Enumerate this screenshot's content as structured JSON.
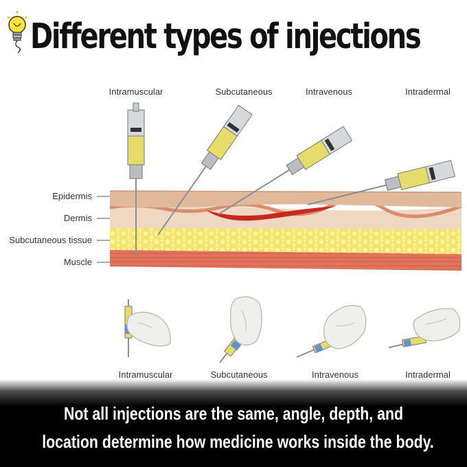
{
  "title": "Different types of injections",
  "top_labels": [
    "Intramuscular",
    "Subcutaneous",
    "Intravenous",
    "Intradermal"
  ],
  "layer_labels": [
    "Epidermis",
    "Dermis",
    "Subcutaneous tissue",
    "Muscle"
  ],
  "bottom_labels": [
    "Intramuscular",
    "Subcutaneous",
    "Intravenous",
    "Intradermal"
  ],
  "caption": {
    "line1": "Not all injections are the same, angle, depth, and",
    "line2": "location determine how medicine works inside the body."
  },
  "colors": {
    "epidermis": "#e0b89a",
    "dermis": "#efd8c2",
    "fat": "#f2df55",
    "muscle": "#e2735c",
    "vein": "#c8281e",
    "medicine": "#e6dc6a",
    "barrel": "#cfd3d6"
  },
  "icons": [
    "lightbulb-icon",
    "syringe-icon",
    "gloved-hand-icon"
  ]
}
